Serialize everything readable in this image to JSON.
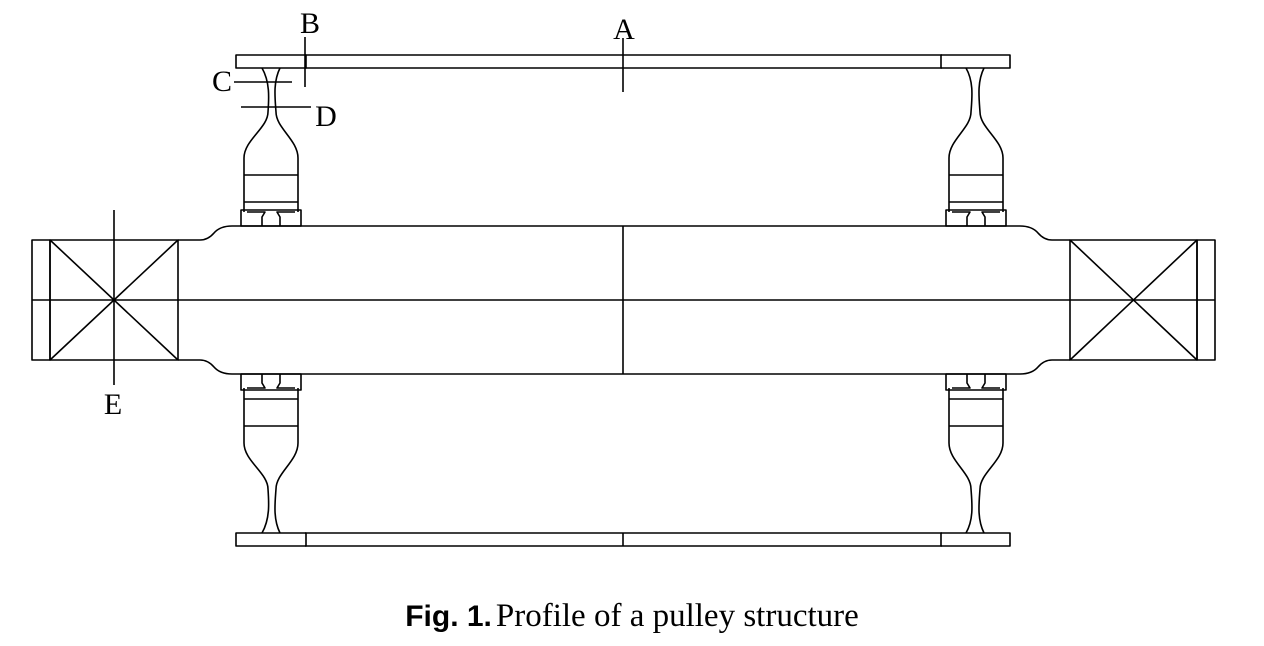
{
  "figure": {
    "callouts": {
      "a": "A",
      "b": "B",
      "c": "C",
      "d": "D",
      "e": "E"
    },
    "caption": {
      "label": "Fig. 1.",
      "text": "Profile of a pulley structure"
    }
  }
}
